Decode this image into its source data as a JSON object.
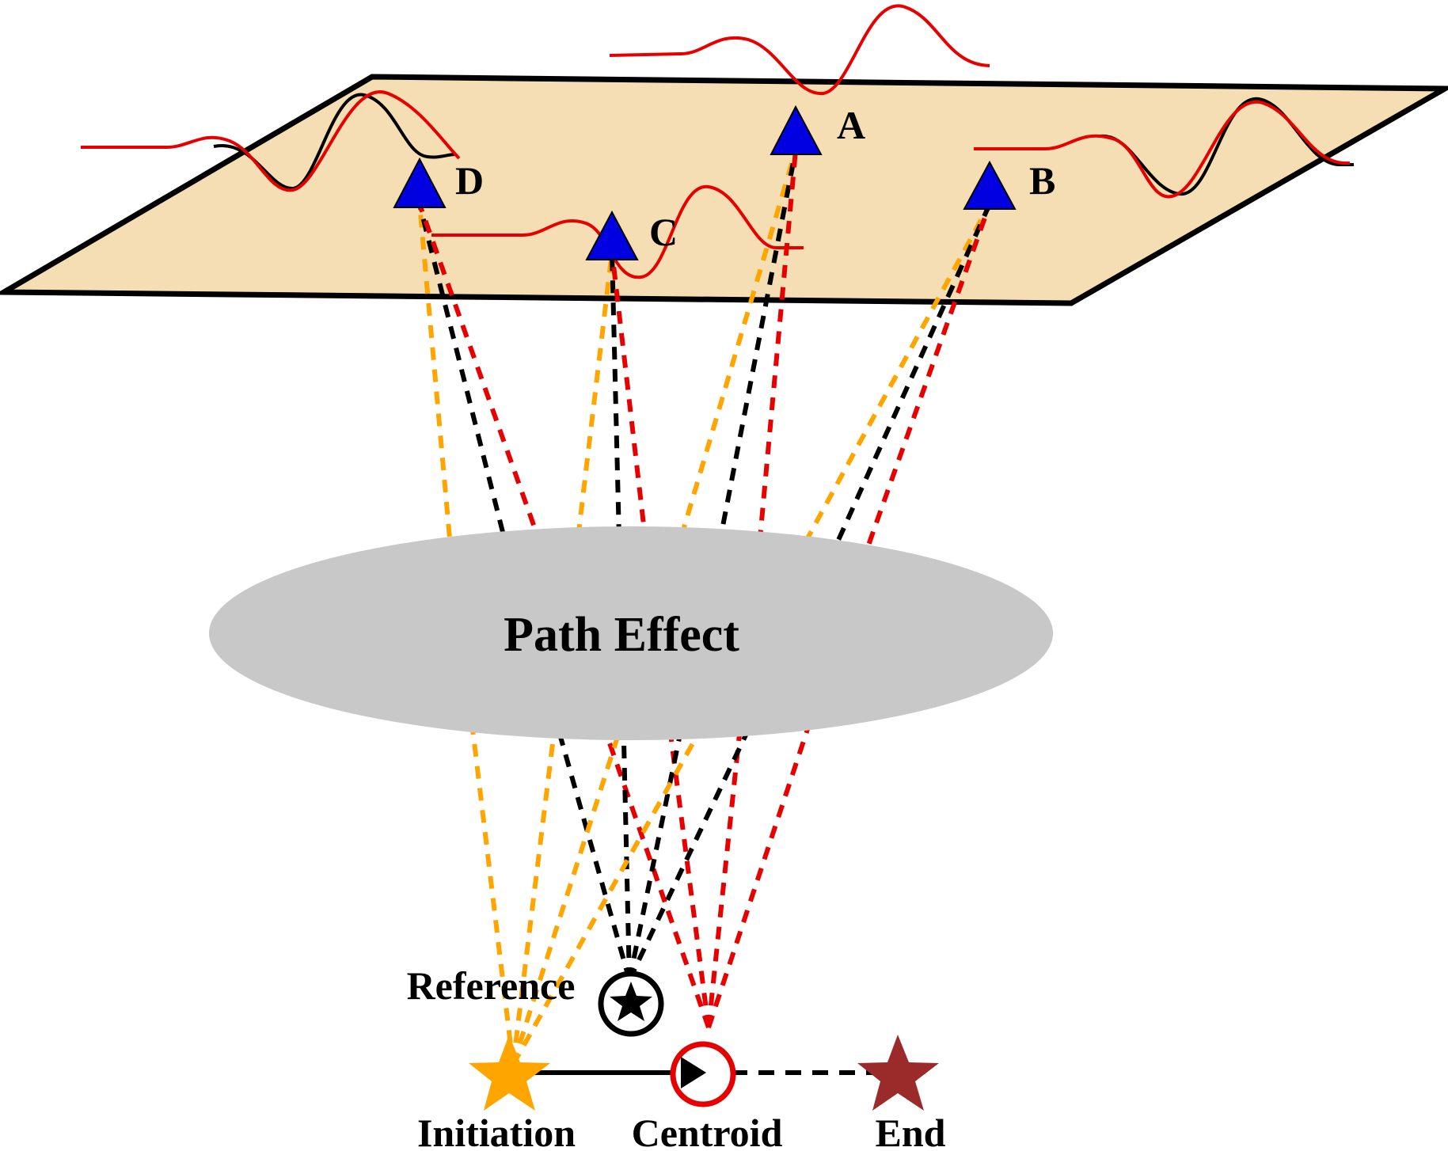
{
  "labels": {
    "path_effect": "Path Effect",
    "reference": "Reference",
    "initiation": "Initiation",
    "centroid": "Centroid",
    "end": "End"
  },
  "stations": [
    {
      "id": "A",
      "label": "A"
    },
    {
      "id": "B",
      "label": "B"
    },
    {
      "id": "C",
      "label": "C"
    },
    {
      "id": "D",
      "label": "D"
    }
  ],
  "colors": {
    "surface_fill": "#f5deb3",
    "ellipse_fill": "#c8c8c8",
    "station_fill": "#0000e0",
    "initiation_ray": "#ffa500",
    "reference_ray": "#000000",
    "centroid_ray": "#e60000",
    "end_star": "#9b2a2a",
    "initiation_star": "#ffa500"
  },
  "legend_colors": [
    "orange",
    "black",
    "red"
  ]
}
